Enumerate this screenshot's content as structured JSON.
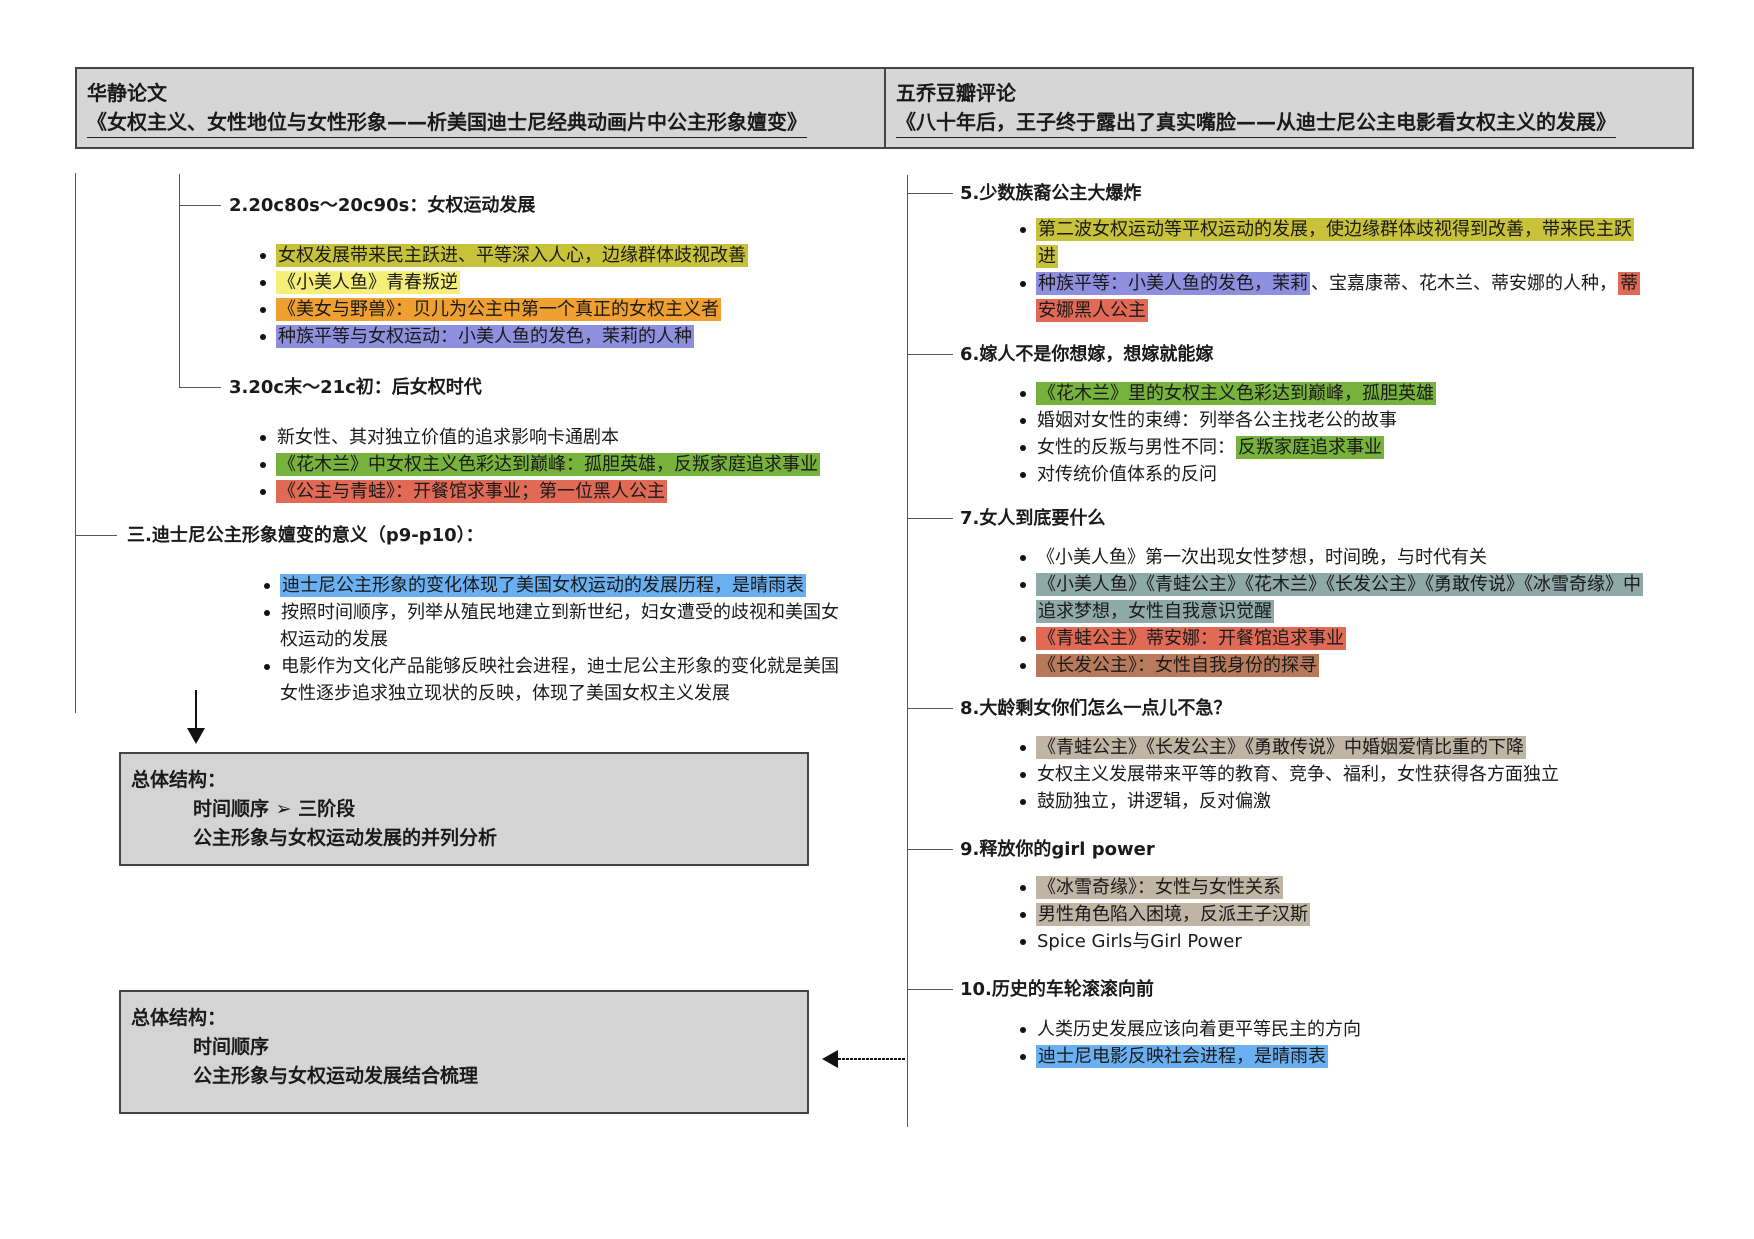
{
  "header": {
    "left": {
      "title": "华静论文",
      "subtitle": "《女权主义、女性地位与女性形象——析美国迪士尼经典动画片中公主形象嬗变》"
    },
    "right": {
      "title": "五乔豆瓣评论",
      "subtitle": "《八十年后，王子终于露出了真实嘴脸——从迪士尼公主电影看女权主义的发展》"
    }
  },
  "left": {
    "s2": {
      "heading": "2.20c80s～20c90s：女权运动发展",
      "items": [
        {
          "text": "女权发展带来民主跃进、平等深入人心，边缘群体歧视改善",
          "hl": "#c8c23a"
        },
        {
          "text": "《小美人鱼》青春叛逆",
          "hl": "#f5ef7a"
        },
        {
          "text": "《美女与野兽》：贝儿为公主中第一个真正的女权主义者",
          "hl": "#f0a030"
        },
        {
          "text": "种族平等与女权运动：小美人鱼的发色，茉莉的人种",
          "hl": "#8f8fe0"
        }
      ]
    },
    "s3": {
      "heading": "3.20c末～21c初：后女权时代",
      "items": [
        {
          "text": "新女性、其对独立价值的追求影响卡通剧本",
          "hl": ""
        },
        {
          "text": "《花木兰》中女权主义色彩达到巅峰：孤胆英雄，反叛家庭追求事业",
          "hl": "#77b23c"
        },
        {
          "text": "《公主与青蛙》：开餐馆求事业；第一位黑人公主",
          "hl": "#e06a55"
        }
      ]
    },
    "s_meaning": {
      "heading": "三.迪士尼公主形象嬗变的意义（p9-p10）：",
      "items": [
        {
          "text": "迪士尼公主形象的变化体现了美国女权运动的发展历程，是晴雨表",
          "hl": "#6ab0f0"
        },
        {
          "text": "按照时间顺序，列举从殖民地建立到新世纪，妇女遭受的歧视和美国女权运动的发展",
          "hl": ""
        },
        {
          "text": "电影作为文化产品能够反映社会进程，迪士尼公主形象的变化就是美国女性逐步追求独立现状的反映，体现了美国女权主义发展",
          "hl": ""
        }
      ]
    },
    "box1": {
      "title": "总体结构：",
      "line1": "时间顺序 ➢ 三阶段",
      "line2": "公主形象与女权运动发展的并列分析"
    },
    "box2": {
      "title": "总体结构：",
      "line1": "时间顺序",
      "line2": "公主形象与女权运动发展结合梳理"
    }
  },
  "right": {
    "s5": {
      "heading": "5.少数族裔公主大爆炸",
      "items": [
        {
          "segs": [
            {
              "text": "第二波女权运动等平权运动的发展，使边缘群体歧视得到改善，带来民主跃进",
              "hl": "#c8c23a"
            }
          ]
        },
        {
          "segs": [
            {
              "text": "种族平等：小美人鱼的发色，茉莉",
              "hl": "#8f8fe0"
            },
            {
              "text": "、宝嘉康蒂、花木兰、蒂安娜的人种，",
              "hl": ""
            },
            {
              "text": "蒂安娜黑人公主",
              "hl": "#e06a55"
            }
          ]
        }
      ]
    },
    "s6": {
      "heading": "6.嫁人不是你想嫁，想嫁就能嫁",
      "items": [
        {
          "segs": [
            {
              "text": "《花木兰》里的女权主义色彩达到巅峰，孤胆英雄",
              "hl": "#77b23c"
            }
          ]
        },
        {
          "segs": [
            {
              "text": "婚姻对女性的束缚：列举各公主找老公的故事",
              "hl": ""
            }
          ]
        },
        {
          "segs": [
            {
              "text": "女性的反叛与男性不同：",
              "hl": ""
            },
            {
              "text": "反叛家庭追求事业",
              "hl": "#77b23c"
            }
          ]
        },
        {
          "segs": [
            {
              "text": "对传统价值体系的反问",
              "hl": ""
            }
          ]
        }
      ]
    },
    "s7": {
      "heading": "7.女人到底要什么",
      "items": [
        {
          "segs": [
            {
              "text": "《小美人鱼》第一次出现女性梦想，时间晚，与时代有关",
              "hl": ""
            }
          ]
        },
        {
          "segs": [
            {
              "text": "《小美人鱼》《青蛙公主》《花木兰》《长发公主》《勇敢传说》《冰雪奇缘》中追求梦想，女性自我意识觉醒",
              "hl": "#8fa8a8"
            }
          ]
        },
        {
          "segs": [
            {
              "text": "《青蛙公主》蒂安娜：开餐馆追求事业",
              "hl": "#e06a55"
            }
          ]
        },
        {
          "segs": [
            {
              "text": "《长发公主》：女性自我身份的探寻",
              "hl": "#b87a5a"
            }
          ]
        }
      ]
    },
    "s8": {
      "heading": "8.大龄剩女你们怎么一点儿不急？",
      "items": [
        {
          "segs": [
            {
              "text": "《青蛙公主》《长发公主》《勇敢传说》中婚姻爱情比重的下降",
              "hl": "#c0b4a4"
            }
          ]
        },
        {
          "segs": [
            {
              "text": "女权主义发展带来平等的教育、竞争、福利，女性获得各方面独立",
              "hl": ""
            }
          ]
        },
        {
          "segs": [
            {
              "text": "鼓励独立，讲逻辑，反对偏激",
              "hl": ""
            }
          ]
        }
      ]
    },
    "s9": {
      "heading": "9.释放你的girl power",
      "items": [
        {
          "segs": [
            {
              "text": "《冰雪奇缘》：女性与女性关系",
              "hl": "#c0b4a4"
            }
          ]
        },
        {
          "segs": [
            {
              "text": "男性角色陷入困境，反派王子汉斯",
              "hl": "#c0b4a4"
            }
          ]
        },
        {
          "segs": [
            {
              "text": "Spice Girls与Girl Power",
              "hl": ""
            }
          ]
        }
      ]
    },
    "s10": {
      "heading": "10.历史的车轮滚滚向前",
      "items": [
        {
          "segs": [
            {
              "text": "人类历史发展应该向着更平等民主的方向",
              "hl": ""
            }
          ]
        },
        {
          "segs": [
            {
              "text": "迪士尼电影反映社会进程，是晴雨表",
              "hl": "#6ab0f0"
            }
          ]
        }
      ]
    }
  }
}
